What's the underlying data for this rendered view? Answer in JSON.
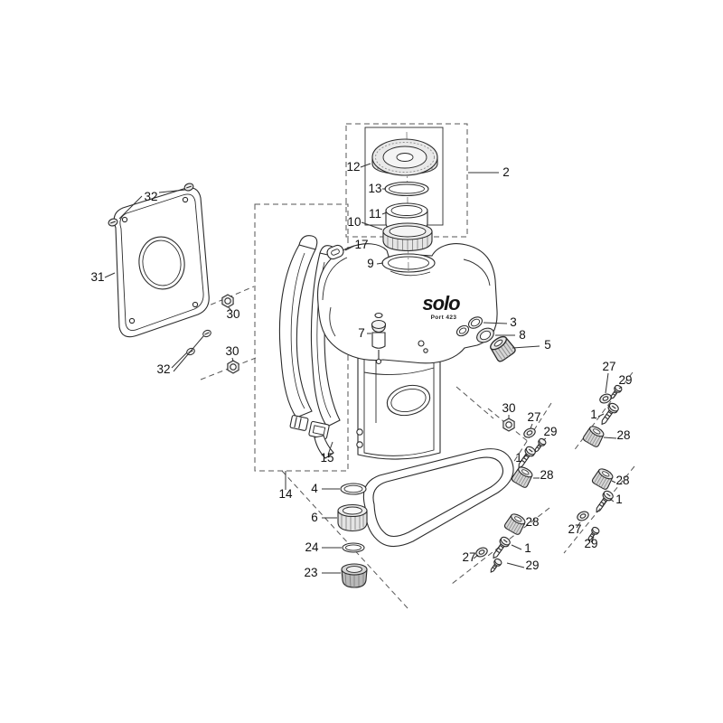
{
  "page": {
    "background": "#ffffff",
    "line_color": "#2b2b2b"
  },
  "diagram": {
    "kind": "exploded-parts-diagram",
    "logo_text": "solo",
    "model_text": "Port 423"
  },
  "callouts": [
    "32",
    "31",
    "30",
    "32",
    "30",
    "12",
    "13",
    "11",
    "10",
    "9",
    "2",
    "17",
    "7",
    "3",
    "8",
    "5",
    "15",
    "14",
    "4",
    "6",
    "24",
    "23",
    "30",
    "27",
    "29",
    "1",
    "28",
    "27",
    "29",
    "1",
    "28",
    "28",
    "1",
    "27",
    "29",
    "28",
    "1",
    "27",
    "29"
  ]
}
